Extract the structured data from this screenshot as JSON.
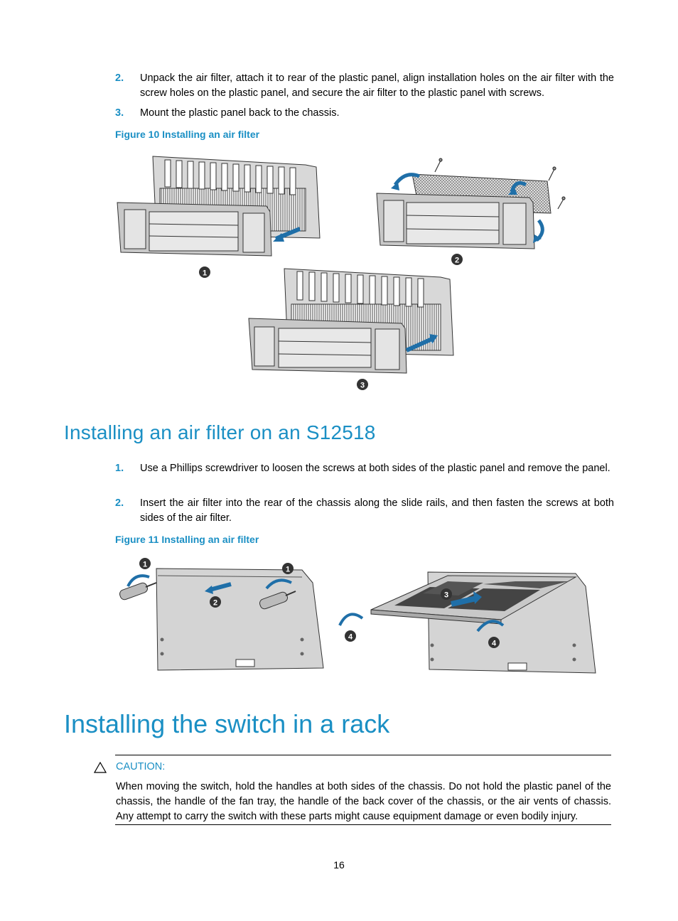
{
  "steps_top": [
    {
      "num": "2.",
      "text": "Unpack the air filter, attach it to rear of the plastic panel, align installation holes on the air filter with the screw holes on the plastic panel, and secure the air filter to the plastic panel with screws."
    },
    {
      "num": "3.",
      "text": "Mount the plastic panel back to the chassis."
    }
  ],
  "figure10": {
    "caption": "Figure 10 Installing an air filter",
    "callouts": [
      "1",
      "2",
      "3"
    ]
  },
  "section": {
    "title": "Installing an air filter on an S12518"
  },
  "steps_section": [
    {
      "num": "1.",
      "text": "Use a Phillips screwdriver to loosen the screws at both sides of the plastic panel and remove the panel."
    },
    {
      "num": "2.",
      "text": "Insert the air filter into the rear of the chassis along the slide rails, and then fasten the screws at both sides of the air filter."
    }
  ],
  "figure11": {
    "caption": "Figure 11 Installing an air filter",
    "callouts": [
      "1",
      "1",
      "2",
      "3",
      "4",
      "4"
    ]
  },
  "chapter": {
    "title": "Installing the switch in a rack"
  },
  "caution": {
    "label": "CAUTION:",
    "text": "When moving the switch, hold the handles at both sides of the chassis. Do not hold the plastic panel of the chassis, the handle of the fan tray, the handle of the back cover of the chassis, or the air vents of chassis. Any attempt to carry the switch with these parts might cause equipment damage or even bodily injury.",
    "icon": "warning-triangle-icon"
  },
  "page_number": "16",
  "colors": {
    "accent": "#1a8fc4",
    "arrow": "#1f6fa8",
    "callout": "#333333"
  }
}
